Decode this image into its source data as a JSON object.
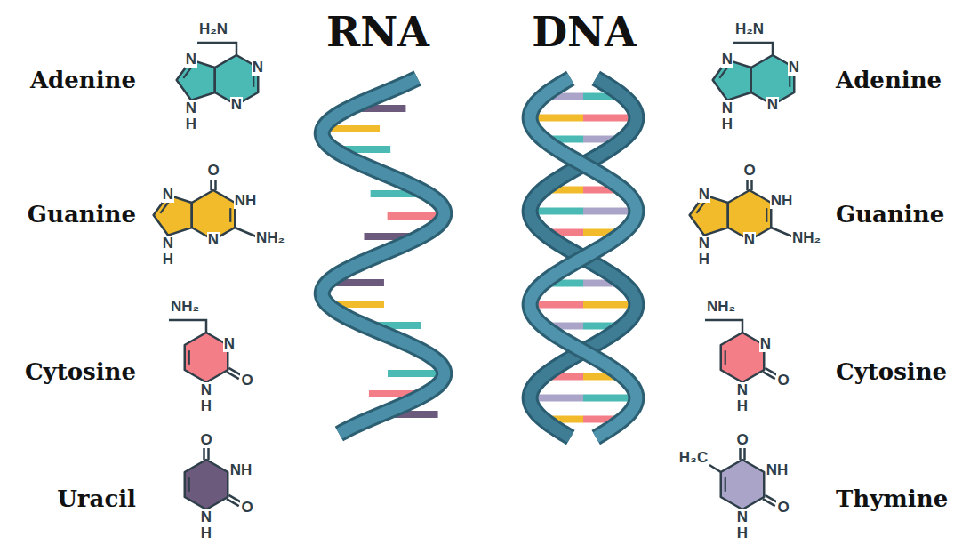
{
  "diagram": {
    "labels": [
      "RNA",
      "DNA",
      "Adenine",
      "H₂N",
      "N",
      "N",
      "N",
      "NH",
      "Guanine",
      "O",
      "NH",
      "N",
      "NH₂",
      "NH",
      "N",
      "Cytosine",
      "NH₂",
      "N",
      "O",
      "NH",
      "Uracil",
      "O",
      "NH",
      "O",
      "NH",
      "Adenine",
      "H₂N",
      "N",
      "N",
      "N",
      "NH",
      "Guanine",
      "O",
      "NH",
      "N",
      "NH₂",
      "NH",
      "N",
      "Cytosine",
      "NH₂",
      "N",
      "O",
      "NH",
      "Thymine",
      "H₃C",
      "O",
      "NH",
      "O",
      "NH"
    ]
  }
}
